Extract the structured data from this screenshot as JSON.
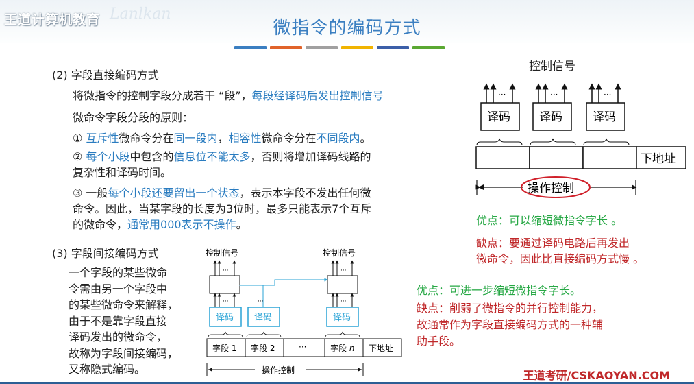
{
  "header": {
    "brand": "王道计算机教育",
    "title": "微指令的编码方式",
    "bar_colors": [
      "#3b7fc1",
      "#e0632a",
      "#a0a0a0",
      "#f0b400",
      "#3b5fa8",
      "#5aa832"
    ]
  },
  "section2": {
    "heading": "(2) 字段直接编码方式",
    "intro_a": "将微指令的控制字段分成若干 “段”，",
    "intro_b": "每段经译码后发出控制信号",
    "principle": "微命令字段分段的原则：",
    "r1_a": "① ",
    "r1_b": "互斥性",
    "r1_c": "微命令分在",
    "r1_d": "同一段内",
    "r1_e": "，",
    "r1_f": "相容性",
    "r1_g": "微命令分在",
    "r1_h": "不同段内",
    "r1_i": "。",
    "r2_a": "② ",
    "r2_b": "每个小段",
    "r2_c": "中包含的",
    "r2_d": "信息位不能太多",
    "r2_e": "，否则将增加译码线路的",
    "r2_f": "复杂性和译码时间。",
    "r3_a": "③ 一般",
    "r3_b": "每个小段还要留出一个状态",
    "r3_c": "，表示本字段不发出任何微",
    "r3_d": "命令。因此，当某字段的长度为3位时，最多只能表示7个互斥",
    "r3_e": "的微命令，",
    "r3_f": "通常用000表示不操作",
    "r3_g": "。"
  },
  "diagram1": {
    "signal_label": "控制信号",
    "decoder_label": "译码",
    "dots": "···",
    "next_addr": "下地址",
    "op_control": "操作控制"
  },
  "pros1": "优点：可以缩短微指令字长 。",
  "cons1_a": "缺点：要通过译码电路后再发出",
  "cons1_b": "微命令，因此比直接编码方式慢 。",
  "section3": {
    "heading": "(3) 字段间接编码方式",
    "lines": [
      "一个字段的某些微命",
      "令需由另一个字段中",
      "的某些微命令来解释，",
      "由于不是靠字段直接",
      "译码发出的微命令，",
      "故称为字段间接编码，",
      "又称隐式编码。"
    ]
  },
  "diagram2": {
    "signal_label": "控制信号",
    "decoder_label": "译码",
    "dots": "···",
    "field1": "字段 1",
    "field2": "字段 2",
    "fieldn_a": "字段 ",
    "fieldn_b": "n",
    "next_addr": "下地址",
    "op_control": "操作控制"
  },
  "pros2": "优点：可进一步缩短微指令字长。",
  "cons2_a": "缺点：削弱了微指令的并行控制能力，",
  "cons2_b": "故通常作为字段直接编码方式的一种辅",
  "cons2_c": "助手段。",
  "footer": "王道考研/CSKAOYAN.COM"
}
